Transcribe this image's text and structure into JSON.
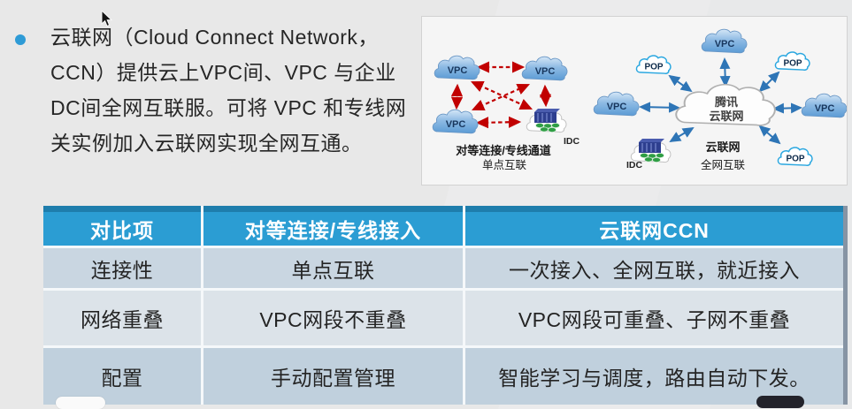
{
  "intro": {
    "bullet_lines": [
      "云联网（Cloud Connect Network，",
      "CCN）提供云上VPC间、VPC 与企业",
      "DC间全网互联服。可将 VPC 和专线网",
      "关实例加入云联网实现全网互通。"
    ]
  },
  "panel": {
    "mesh_diagram": {
      "node_labels": {
        "vpc_top_left": "VPC",
        "vpc_top_right": "VPC",
        "vpc_bottom_left": "VPC",
        "idc": "IDC"
      },
      "caption_title": "对等连接/专线通道",
      "caption_subtitle": "单点互联"
    },
    "hub_diagram": {
      "hub_label_line1": "腾讯",
      "hub_label_line2": "云联网",
      "node_labels": {
        "vpc_top": "VPC",
        "pop_top_left": "POP",
        "pop_top_right": "POP",
        "vpc_left": "VPC",
        "vpc_right": "VPC",
        "idc": "IDC",
        "pop_bottom_right": "POP"
      },
      "caption_title": "云联网",
      "caption_subtitle": "全网互联"
    }
  },
  "comparison_table": {
    "headers": [
      "对比项",
      "对等连接/专线接入",
      "云联网CCN"
    ],
    "rows": [
      {
        "item": "连接性",
        "peering": "单点互联",
        "ccn": "一次接入、全网互联，就近接入"
      },
      {
        "item": "网络重叠",
        "peering": "VPC网段不重叠",
        "ccn": "VPC网段可重叠、子网不重叠"
      },
      {
        "item": "配置",
        "peering": "手动配置管理",
        "ccn": "智能学习与调度，路由自动下发。"
      }
    ]
  },
  "colors": {
    "page_background": "#e9e9e9",
    "bullet_accent": "#2e9bd6",
    "table_header_bg": "#2b9dd3",
    "table_header_top_edge": "#1e7dac",
    "row_1_bg": "#c9d6e1",
    "row_2_bg": "#dce3e9",
    "row_3_bg": "#c0d0dd",
    "mesh_arrow_red": "#c10000",
    "hub_arrow_blue": "#2e75b6",
    "vpc_cloud_blue": "#5b9bd5",
    "pop_cloud_outline": "#2aa7e0"
  }
}
